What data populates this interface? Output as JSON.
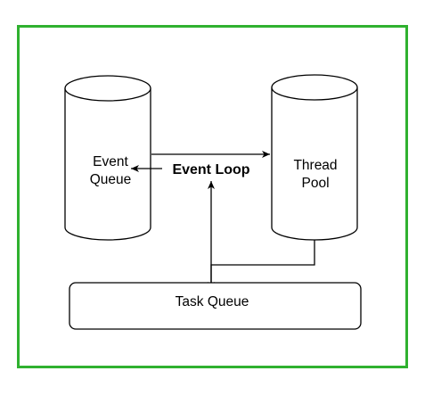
{
  "colors": {
    "frame": "#2fb12f",
    "stroke": "#000000",
    "fill": "#ffffff",
    "text": "#000000"
  },
  "nodes": {
    "event_queue": {
      "line1": "Event",
      "line2": "Queue"
    },
    "event_loop": {
      "label": "Event Loop"
    },
    "thread_pool": {
      "line1": "Thread",
      "line2": "Pool"
    },
    "task_queue": {
      "label": "Task Queue"
    }
  }
}
